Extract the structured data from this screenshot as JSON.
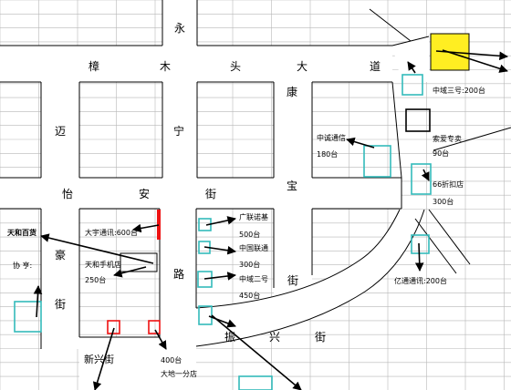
{
  "roads": {
    "yong": "永",
    "zhangmutou": [
      "樟",
      "木",
      "头",
      "大",
      "道"
    ],
    "mai": "迈",
    "ning": "宁",
    "kangbao": [
      "康",
      "宝",
      "街"
    ],
    "yian": [
      "怡",
      "安",
      "街"
    ],
    "haojie": [
      "豪",
      "街"
    ],
    "lu": "路",
    "zhenxing": [
      "振",
      "兴",
      "街"
    ],
    "xinxing": "新兴街"
  },
  "shops": {
    "zhongcheng3": "中域三号:200台",
    "suoai": "索爱专卖",
    "suoai_count": "90台",
    "sixsix": "66折扣店",
    "sixsix_count": "300台",
    "zhongcheng_tongxin": "中诚通信",
    "zhongcheng_tongxin_count": "180台",
    "yitong": "亿通通讯:200台",
    "guanglian": "广联诺基",
    "guanglian_count": "500台",
    "zhongguo_liantong": "中国联通",
    "zhongguo_liantong_count": "300台",
    "zhongcheng2": "中域二号",
    "zhongcheng2_count": "450台",
    "dayu": "大宇通讯:600台",
    "tianhe_shouji": "天和手机店",
    "tianhe_count": "250台",
    "tianhe_baihuo": "天和百货",
    "xiezi": "协 亨:",
    "dadi_count": "400台",
    "dadi": "大地一分店"
  },
  "colors": {
    "cyan": "#33bbbb",
    "red": "#ee1111",
    "yellow": "#ffee22",
    "grid": "#b8b8b8"
  }
}
